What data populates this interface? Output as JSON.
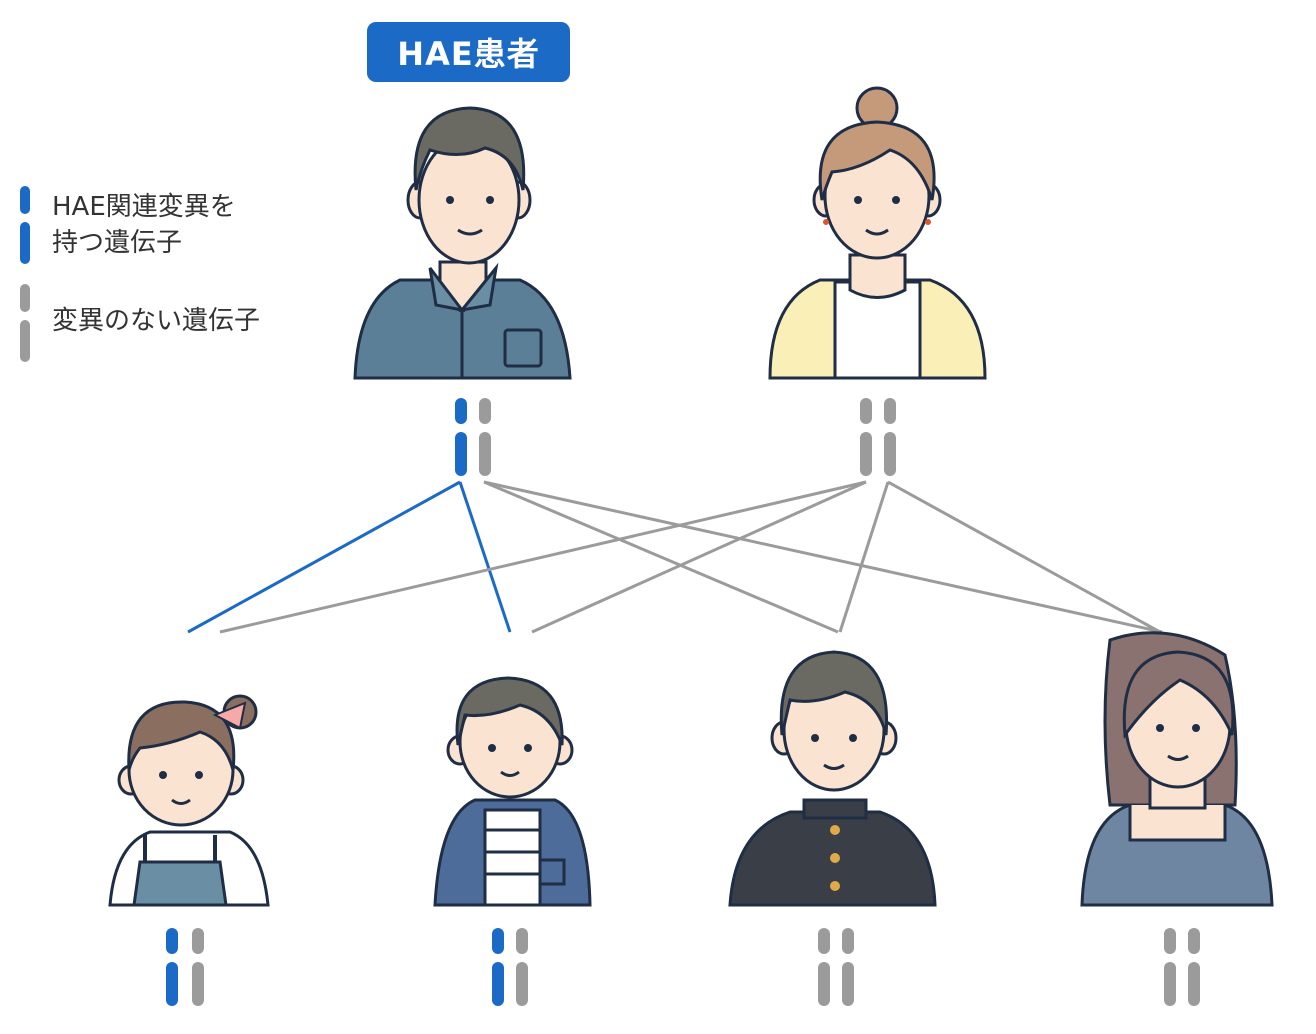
{
  "patient_badge": "HAE患者",
  "legend": {
    "mutated_line1": "HAE関連変異を",
    "mutated_line2": "持つ遺伝子",
    "normal": "変異のない遺伝子"
  },
  "colors": {
    "mutated": "#1b6ac6",
    "normal": "#9b9b9b",
    "outline": "#1f2d45"
  },
  "people": [
    {
      "role": "father",
      "mutated_allele": true
    },
    {
      "role": "mother",
      "mutated_allele": false
    },
    {
      "role": "daughter-young",
      "mutated_allele": true
    },
    {
      "role": "son-young",
      "mutated_allele": true
    },
    {
      "role": "son-teen",
      "mutated_allele": false
    },
    {
      "role": "daughter-adult",
      "mutated_allele": false
    }
  ]
}
